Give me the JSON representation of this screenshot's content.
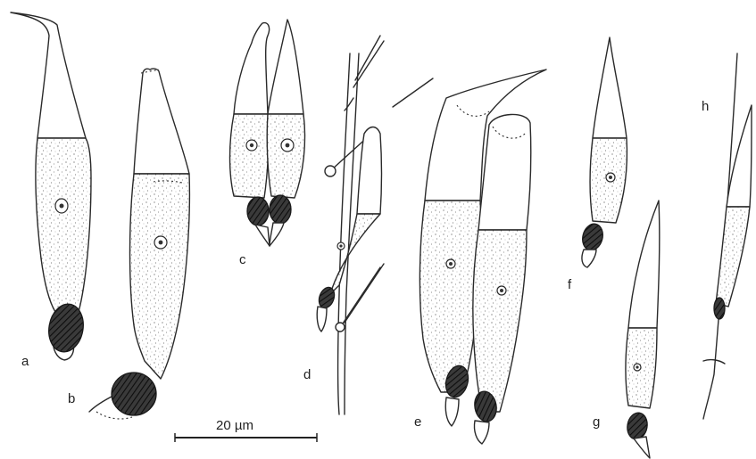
{
  "figure": {
    "panel_labels": [
      "a",
      "b",
      "c",
      "d",
      "e",
      "f",
      "g",
      "h"
    ],
    "scale_bar_label": "20 µm"
  }
}
